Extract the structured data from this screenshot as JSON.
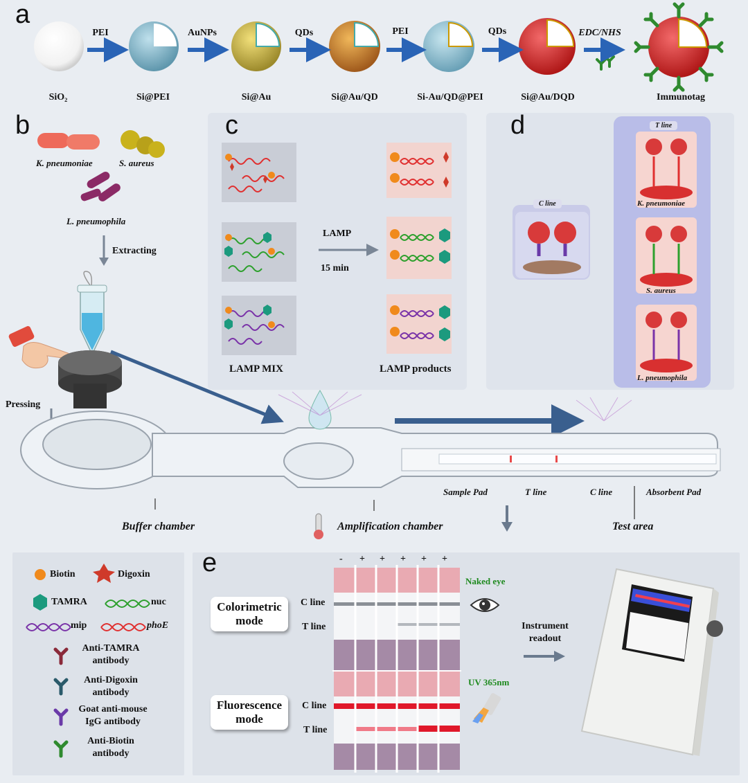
{
  "panels": {
    "a": "a",
    "b": "b",
    "c": "c",
    "d": "d",
    "e": "e"
  },
  "panel_a": {
    "stages": [
      "SiO₂",
      "Si@PEI",
      "Si@Au",
      "Si@Au/QD",
      "Si-Au/QD@PEI",
      "Si@Au/DQD",
      "Immunotag"
    ],
    "arrows": [
      "PEI",
      "AuNPs",
      "QDs",
      "PEI",
      "QDs",
      "EDC/NHS"
    ],
    "colors": {
      "arrow": "#2a64b6",
      "pei": "#8fc3d8",
      "au": "#e5c842",
      "qd": "#d97a2a",
      "dqd": "#e03a3a",
      "antibody": "#2f8a2f"
    }
  },
  "panel_b": {
    "bacteria": [
      "K. pneumoniae",
      "S. aureus",
      "L. pneumophila"
    ],
    "extracting": "Extracting",
    "pressing": "Pressing"
  },
  "panel_c": {
    "lamp_label": "LAMP",
    "time_label": "15 min",
    "mix_label": "LAMP MIX",
    "products_label": "LAMP products"
  },
  "panel_d": {
    "c_line_tag": "C line",
    "t_line_tag": "T line",
    "targets": [
      "K. pneumoniae",
      "S. aureus",
      "L. pneumophila"
    ]
  },
  "device": {
    "labels": [
      "Sample Pad",
      "T line",
      "C line",
      "Absorbent Pad"
    ],
    "chambers": [
      "Buffer chamber",
      "Amplification chamber",
      "Test area"
    ]
  },
  "legend": {
    "biotin": "Biotin",
    "digoxin": "Digoxin",
    "tamra": "TAMRA",
    "nuc": "nuc",
    "mip": "mip",
    "phoE": "phoE",
    "anti_tamra": "Anti-TAMRA\nantibody",
    "anti_digoxin": "Anti-Digoxin\nantibody",
    "goat": "Goat anti-mouse\nIgG antibody",
    "anti_biotin": "Anti-Biotin\nantibody"
  },
  "panel_e": {
    "signs": [
      "-",
      "+",
      "+",
      "+",
      "+",
      "+"
    ],
    "colorimetric_mode": "Colorimetric\nmode",
    "fluorescence_mode": "Fluorescence\nmode",
    "c_line": "C line",
    "t_line": "T line",
    "naked_eye": "Naked eye",
    "uv": "UV 365nm",
    "instrument": "Instrument\nreadout",
    "colors": {
      "pad": "#e9aab2",
      "absorbent": "#a58aa6",
      "green": "#1f8a1f"
    }
  }
}
